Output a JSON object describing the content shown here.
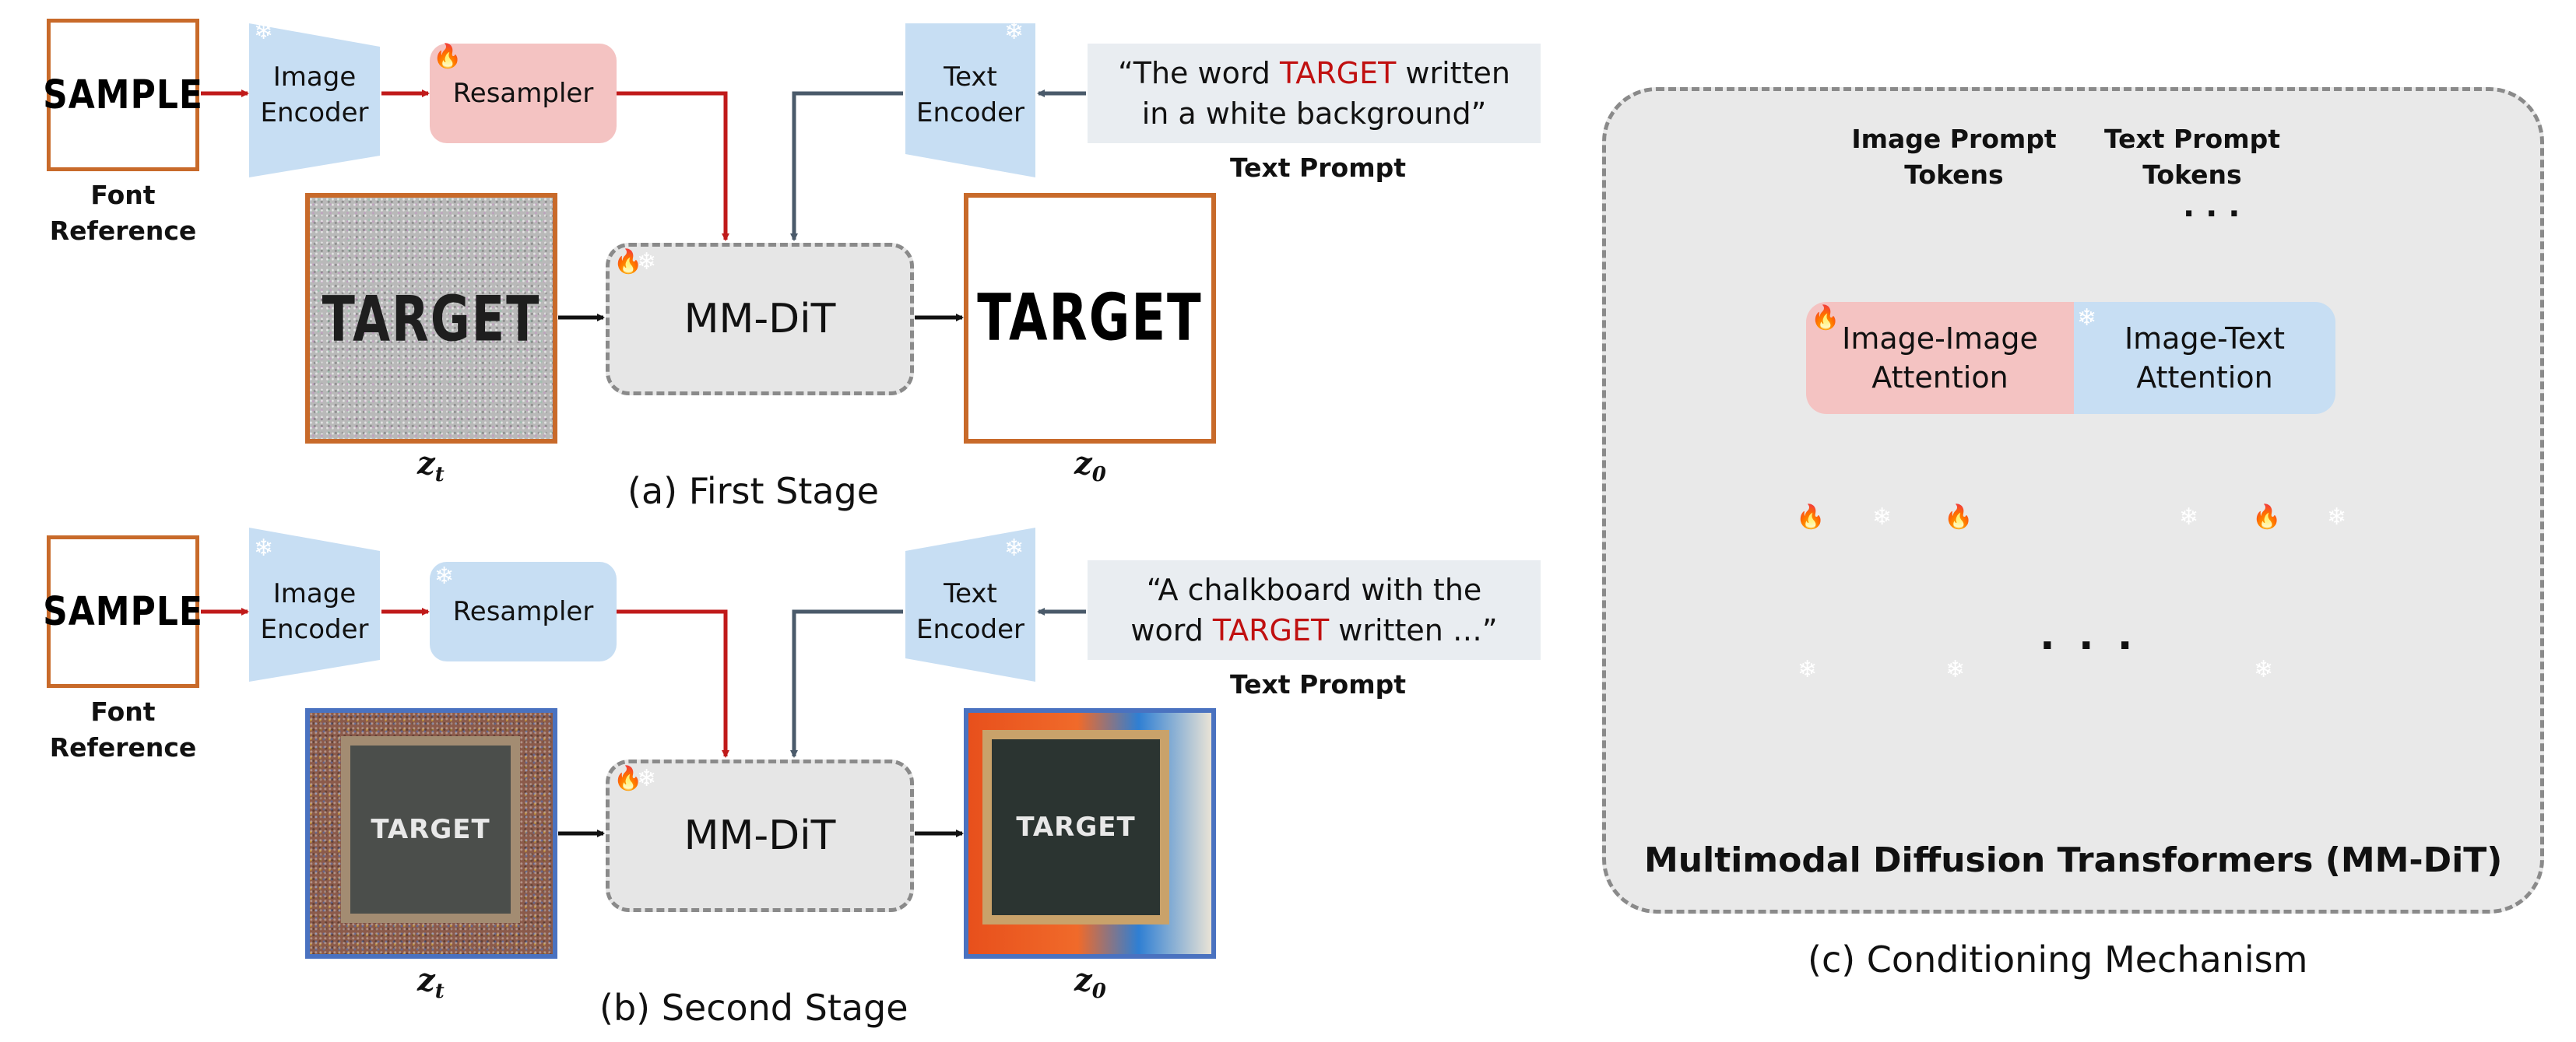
{
  "stage_a": {
    "sample_text": "SAMPLE",
    "font_reference": [
      "Font",
      "Reference"
    ],
    "image_encoder": [
      "Image",
      "Encoder"
    ],
    "resampler": "Resampler",
    "text_encoder": [
      "Text",
      "Encoder"
    ],
    "prompt_line1_pre": "“The word ",
    "prompt_target": "TARGET",
    "prompt_line1_post": " written",
    "prompt_line2": "in a white background”",
    "prompt_label": "Text Prompt",
    "mmdit": "MM-DiT",
    "noisy_target": "TARGET",
    "clean_target": "TARGET",
    "zt_base": "z",
    "zt_sub": "t",
    "z0_base": "z",
    "z0_sub": "0",
    "caption": "(a) First Stage"
  },
  "stage_b": {
    "sample_text": "SAMPLE",
    "font_reference": [
      "Font",
      "Reference"
    ],
    "image_encoder": [
      "Image",
      "Encoder"
    ],
    "resampler": "Resampler",
    "text_encoder": [
      "Text",
      "Encoder"
    ],
    "prompt_line1": "“A chalkboard with the",
    "prompt_line2_pre": "word ",
    "prompt_target": "TARGET",
    "prompt_line2_post": " written …”",
    "prompt_label": "Text Prompt",
    "mmdit": "MM-DiT",
    "board_text_noisy": "TARGET",
    "board_text_clean": "TARGET",
    "zt_base": "z",
    "zt_sub": "t",
    "z0_base": "z",
    "z0_sub": "0",
    "caption": "(b) Second Stage"
  },
  "stage_c": {
    "image_tokens": [
      "Image Prompt",
      "Tokens"
    ],
    "text_tokens": [
      "Text Prompt",
      "Tokens"
    ],
    "token_dots": "· · ·",
    "attn_image": [
      "Image-Image",
      "Attention"
    ],
    "attn_text": [
      "Image-Text",
      "Attention"
    ],
    "block_dots": "· · ·",
    "panel_title": "Multimodal Diffusion Transformers (MM-DiT)",
    "caption": "(c) Conditioning Mechanism"
  },
  "icons": {
    "frozen": "snowflake-icon",
    "trainable": "fire-icon"
  },
  "colors": {
    "image_path": "#c01a1a",
    "text_path": "#4a5a6a",
    "trainable_fill": "#f4c3c2",
    "frozen_fill": "#c7def3",
    "frame_stage_a": "#c86a2a",
    "frame_stage_b": "#4a72c0"
  }
}
